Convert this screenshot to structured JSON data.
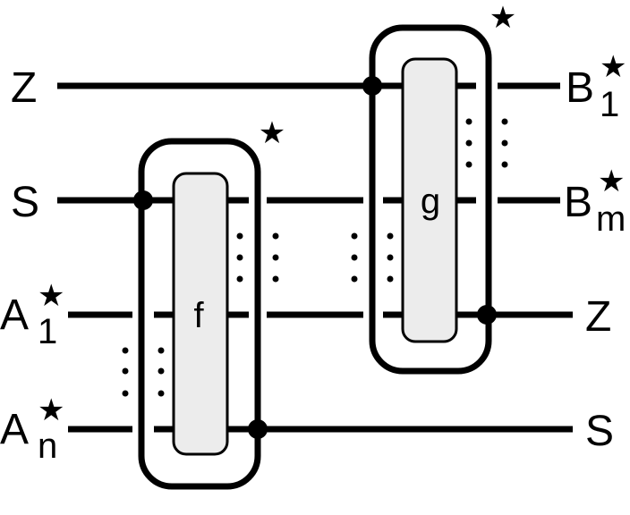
{
  "diagram": {
    "inputs": {
      "z": "Z",
      "s": "S",
      "a1": {
        "base": "A",
        "sub": "1",
        "star": "★"
      },
      "an": {
        "base": "A",
        "sub": "n",
        "star": "★"
      }
    },
    "outputs": {
      "b1": {
        "base": "B",
        "sub": "1",
        "star": "★"
      },
      "bm": {
        "base": "B",
        "sub": "m",
        "star": "★"
      },
      "z": "Z",
      "s": "S"
    },
    "boxes": {
      "f": {
        "label": "f",
        "star": "★"
      },
      "g": {
        "label": "g",
        "star": "★"
      }
    }
  }
}
